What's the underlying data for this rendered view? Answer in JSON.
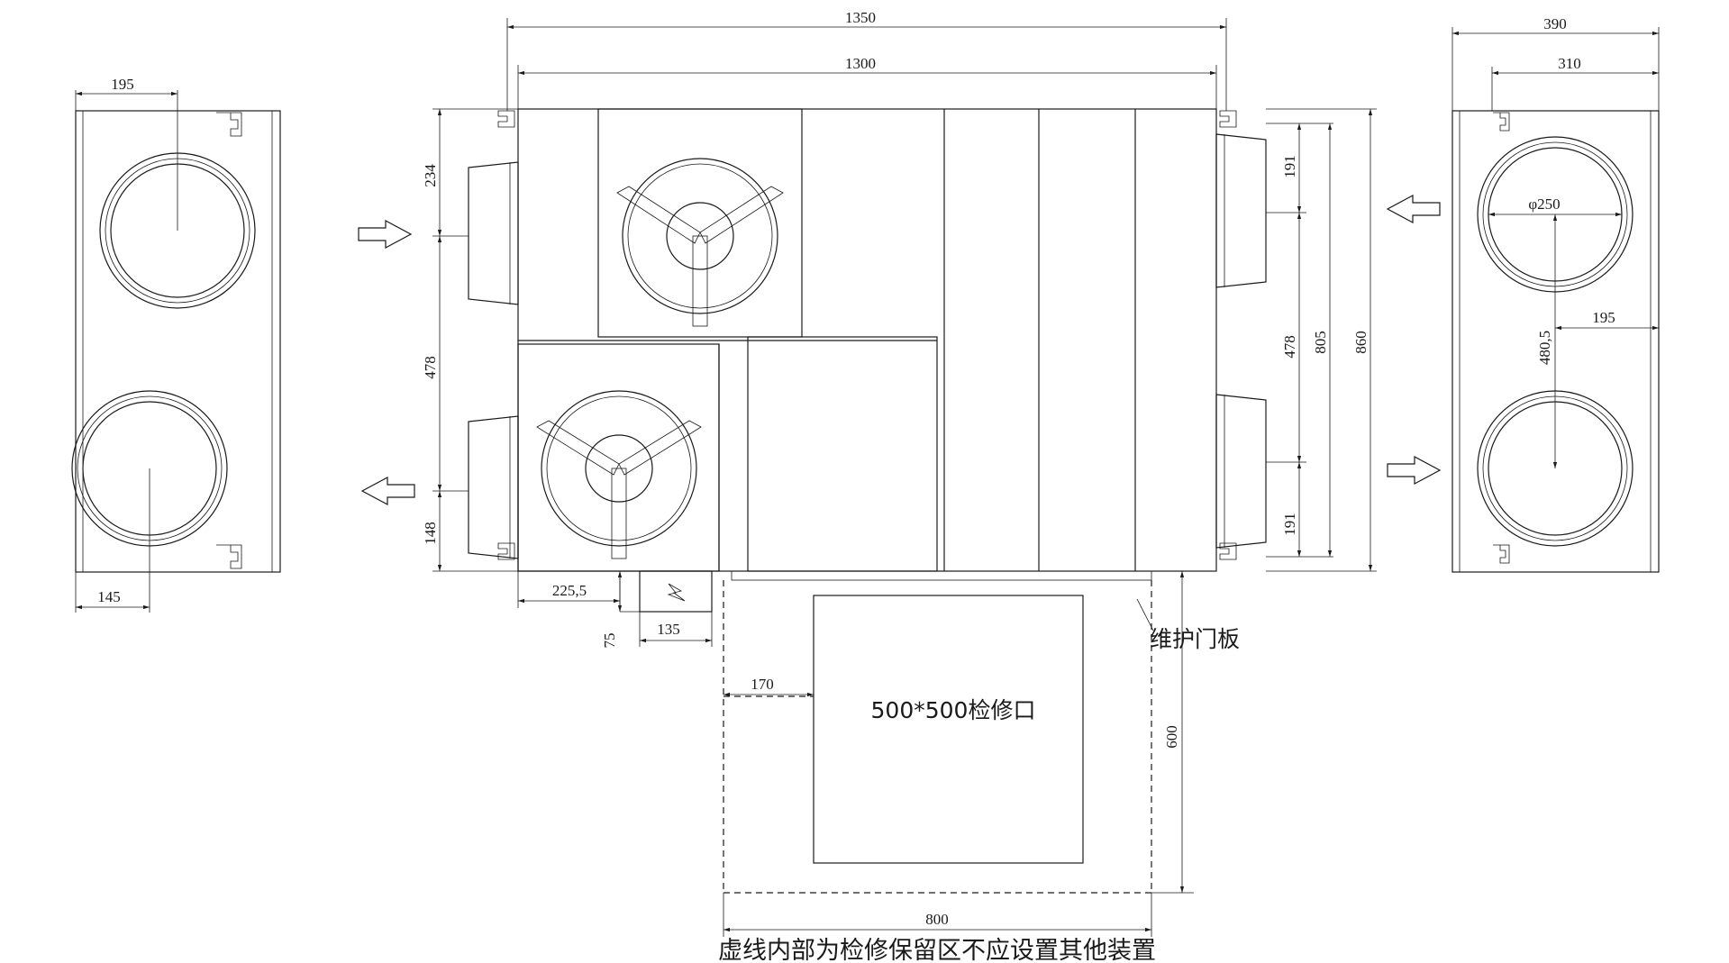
{
  "dims": {
    "overall_width": "1350",
    "inner_width": "1300",
    "right_view_width": "390",
    "right_view_inner": "310",
    "left_view_top": "195",
    "left_view_bottom": "145",
    "top_left_234": "234",
    "left_478": "478",
    "left_148": "148",
    "right_191_top": "191",
    "right_478": "478",
    "right_805": "805",
    "right_860": "860",
    "right_191_bottom": "191",
    "phi": "φ250",
    "center_spacing": "480,5",
    "right_view_195": "195",
    "box_offset": "225,5",
    "box_width": "135",
    "box_drop": "75",
    "access_offset": "170",
    "reserve_height": "600",
    "reserve_width": "800"
  },
  "labels": {
    "maintenance_door": "维护门板",
    "access_port": "500*500检修口",
    "reserve_note": "虚线内部为检修保留区不应设置其他装置"
  }
}
